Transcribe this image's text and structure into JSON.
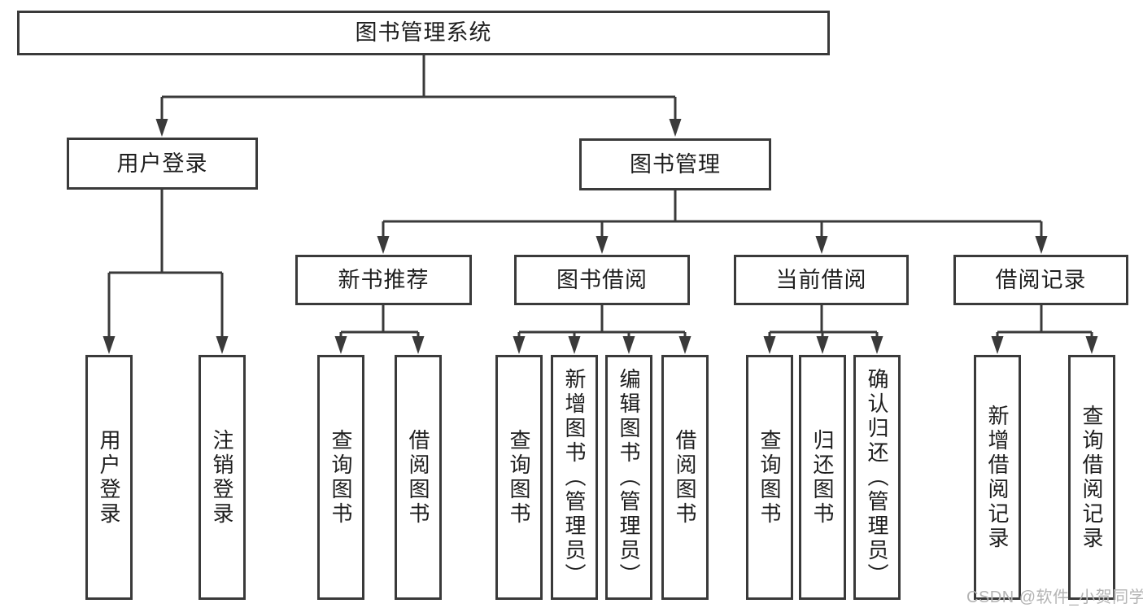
{
  "tree": {
    "root": {
      "label": "图书管理系统"
    },
    "children": [
      {
        "label": "用户登录",
        "children": [
          {
            "label": "用户登录"
          },
          {
            "label": "注销登录"
          }
        ]
      },
      {
        "label": "图书管理",
        "children": [
          {
            "label": "新书推荐",
            "children": [
              {
                "label": "查询图书"
              },
              {
                "label": "借阅图书"
              }
            ]
          },
          {
            "label": "图书借阅",
            "children": [
              {
                "label": "查询图书"
              },
              {
                "label": "新增图书（管理员）"
              },
              {
                "label": "编辑图书（管理员）"
              },
              {
                "label": "借阅图书"
              }
            ]
          },
          {
            "label": "当前借阅",
            "children": [
              {
                "label": "查询图书"
              },
              {
                "label": "归还图书"
              },
              {
                "label": "确认归还（管理员）"
              }
            ]
          },
          {
            "label": "借阅记录",
            "children": [
              {
                "label": "新增借阅记录"
              },
              {
                "label": "查询借阅记录"
              }
            ]
          }
        ]
      }
    ]
  },
  "watermark": {
    "text": "CSDN @软件_小贺同学"
  },
  "colors": {
    "line": "#3a3a3a",
    "box_border": "#3a3a3a",
    "text": "#1e1e1e",
    "watermark": "#b4b4b4",
    "background": "#ffffff"
  }
}
